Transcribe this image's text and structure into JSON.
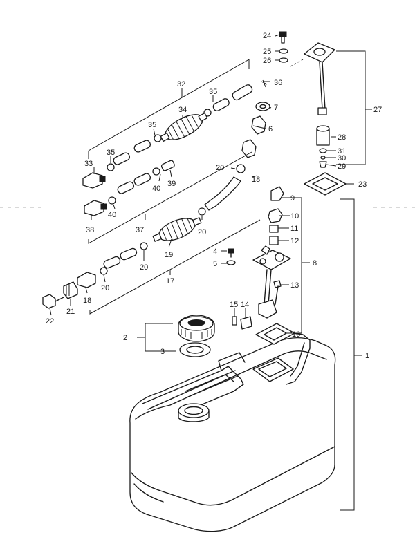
{
  "diagram": {
    "callouts": [
      "1",
      "2",
      "3",
      "4",
      "5",
      "6",
      "7",
      "8",
      "9",
      "10",
      "11",
      "12",
      "13",
      "14",
      "15",
      "16",
      "17",
      "18",
      "19",
      "20",
      "21",
      "22",
      "23",
      "24",
      "25",
      "26",
      "27",
      "28",
      "29",
      "30",
      "31",
      "32",
      "33",
      "34",
      "35",
      "36",
      "37",
      "38",
      "39",
      "40"
    ],
    "labels": [
      {
        "id": "24",
        "text": "24"
      },
      {
        "id": "25",
        "text": "25"
      },
      {
        "id": "26",
        "text": "26"
      },
      {
        "id": "36",
        "text": "36"
      },
      {
        "id": "27",
        "text": "27"
      },
      {
        "id": "32",
        "text": "32"
      },
      {
        "id": "35a",
        "text": "35"
      },
      {
        "id": "34",
        "text": "34"
      },
      {
        "id": "7",
        "text": "7"
      },
      {
        "id": "6",
        "text": "6"
      },
      {
        "id": "35b",
        "text": "35"
      },
      {
        "id": "28",
        "text": "28"
      },
      {
        "id": "33",
        "text": "33"
      },
      {
        "id": "35c",
        "text": "35"
      },
      {
        "id": "31",
        "text": "31"
      },
      {
        "id": "30",
        "text": "30"
      },
      {
        "id": "29",
        "text": "29"
      },
      {
        "id": "20a",
        "text": "20"
      },
      {
        "id": "18a",
        "text": "18"
      },
      {
        "id": "40a",
        "text": "40"
      },
      {
        "id": "39",
        "text": "39"
      },
      {
        "id": "23",
        "text": "23"
      },
      {
        "id": "9",
        "text": "9"
      },
      {
        "id": "40b",
        "text": "40"
      },
      {
        "id": "10",
        "text": "10"
      },
      {
        "id": "38",
        "text": "38"
      },
      {
        "id": "37",
        "text": "37"
      },
      {
        "id": "20b",
        "text": "20"
      },
      {
        "id": "11",
        "text": "11"
      },
      {
        "id": "12",
        "text": "12"
      },
      {
        "id": "19",
        "text": "19"
      },
      {
        "id": "4",
        "text": "4"
      },
      {
        "id": "8",
        "text": "8"
      },
      {
        "id": "20c",
        "text": "20"
      },
      {
        "id": "5",
        "text": "5"
      },
      {
        "id": "17",
        "text": "17"
      },
      {
        "id": "20d",
        "text": "20"
      },
      {
        "id": "13",
        "text": "13"
      },
      {
        "id": "18b",
        "text": "18"
      },
      {
        "id": "15",
        "text": "15"
      },
      {
        "id": "14",
        "text": "14"
      },
      {
        "id": "21",
        "text": "21"
      },
      {
        "id": "22",
        "text": "22"
      },
      {
        "id": "2",
        "text": "2"
      },
      {
        "id": "16",
        "text": "16"
      },
      {
        "id": "3",
        "text": "3"
      },
      {
        "id": "1",
        "text": "1"
      }
    ]
  }
}
